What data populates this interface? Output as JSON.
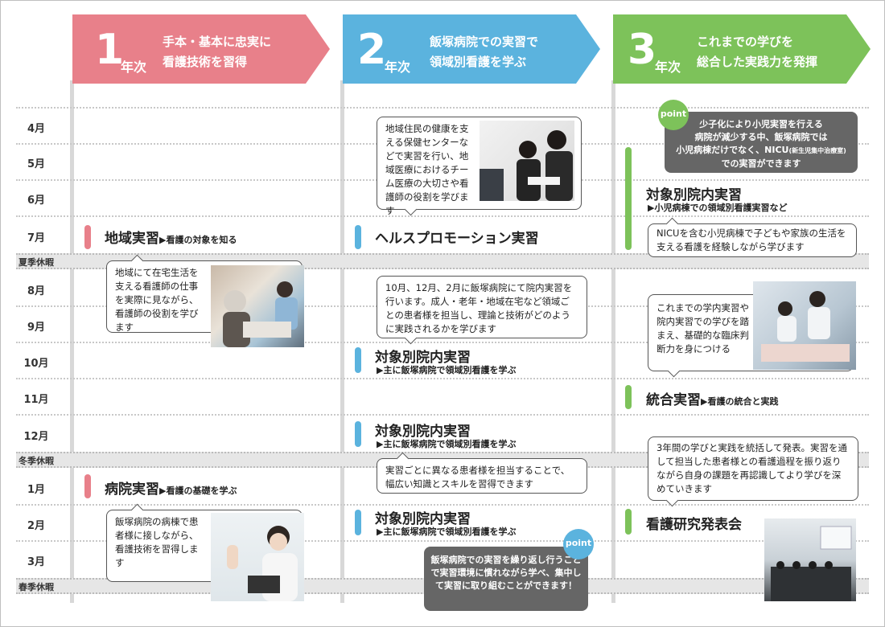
{
  "columns": [
    {
      "num": "1",
      "nen": "年次",
      "line1": "手本・基本に忠実に",
      "line2": "看護技術を習得",
      "color": "#e8808a"
    },
    {
      "num": "2",
      "nen": "年次",
      "line1": "飯塚病院での実習で",
      "line2": "領域別看護を学ぶ",
      "color": "#5bb3de"
    },
    {
      "num": "3",
      "nen": "年次",
      "line1": "これまでの学びを",
      "line2": "総合した実践力を発揮",
      "color": "#7dc25a"
    }
  ],
  "months": [
    "4月",
    "5月",
    "6月",
    "7月",
    "8月",
    "9月",
    "10月",
    "11月",
    "12月",
    "1月",
    "2月",
    "3月"
  ],
  "vacations": [
    "夏季休暇",
    "冬季休暇",
    "春季休暇"
  ],
  "y1": {
    "p1_title": "地域実習",
    "p1_sub": "▶看護の対象を知る",
    "p1_text": "地域にて在宅生活を支える看護師の仕事を実際に見ながら、看護師の役割を学びます",
    "p2_title": "病院実習",
    "p2_sub": "▶看護の基礎を学ぶ",
    "p2_text": "飯塚病院の病棟で患者様に接しながら、看護技術を習得します"
  },
  "y2": {
    "top_text": "地域住民の健康を支える保健センターなどで実習を行い、地域医療におけるチーム医療の大切さや看護師の役割を学びます",
    "p1_title": "ヘルスプロモーション実習",
    "mid_text": "10月、12月、2月に飯塚病院にて院内実習を行います。成人・老年・地域在宅など領域ごとの患者様を担当し、理論と技術がどのように実践されるかを学びます",
    "p2_title": "対象別院内実習",
    "p2_sub": "▶主に飯塚病院で領域別看護を学ぶ",
    "p3_title": "対象別院内実習",
    "p3_sub": "▶主に飯塚病院で領域別看護を学ぶ",
    "low_text": "実習ごとに異なる患者様を担当することで、幅広い知識とスキルを習得できます",
    "p4_title": "対象別院内実習",
    "p4_sub": "▶主に飯塚病院で領域別看護を学ぶ",
    "point_label": "point",
    "point_text": "飯塚病院での実習を繰り返し行うことで実習環境に慣れながら学べ、集中して実習に取り組むことができます！"
  },
  "y3": {
    "point_label": "point",
    "point_text_1": "少子化により小児実習を行える",
    "point_text_2": "病院が減少する中、飯塚病院では",
    "point_text_3": "小児病棟だけでなく、NICU",
    "point_text_small": "(新生児集中治療室)",
    "point_text_4": "での実習ができます",
    "p1_title": "対象別院内実習",
    "p1_sub": "▶小児病棟での領域別看護実習など",
    "p1_text": "NICUを含む小児病棟で子どもや家族の生活を支える看護を経験しながら学びます",
    "p2_text": "これまでの学内実習や院内実習での学びを踏まえ、基礎的な臨床判断力を身につける",
    "p2_title": "統合実習",
    "p2_sub": "▶看護の統合と実践",
    "p3_text": "3年間の学びと実践を統括して発表。実習を通して担当した患者様との看護過程を振り返りながら自身の課題を再認識してより学びを深めていきます",
    "p3_title": "看護研究発表会"
  }
}
